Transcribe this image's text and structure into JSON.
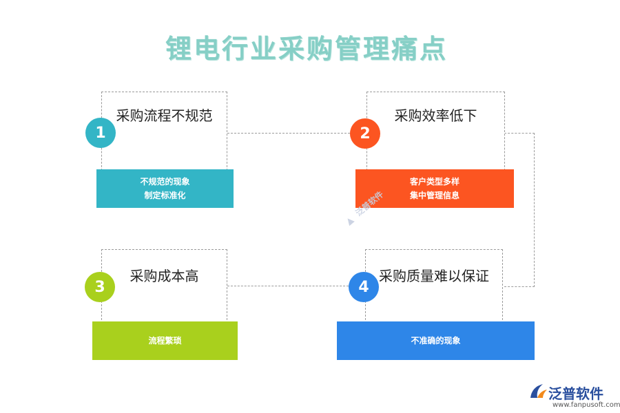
{
  "title": "锂电行业采购管理痛点",
  "items": [
    {
      "num": "1",
      "heading": "采购流程不规范",
      "lines": [
        "不规范的现象",
        "制定标准化"
      ],
      "color": "#33b5c6"
    },
    {
      "num": "2",
      "heading": "采购效率低下",
      "lines": [
        "客户类型多样",
        "集中管理信息"
      ],
      "color": "#fc5521"
    },
    {
      "num": "3",
      "heading": "采购成本高",
      "lines": [
        "流程繁琐"
      ],
      "color": "#a9d01d"
    },
    {
      "num": "4",
      "heading": "采购质量难以保证",
      "lines": [
        "不准确的现象"
      ],
      "color": "#2e86e8"
    }
  ],
  "watermark": {
    "text": "泛普软件",
    "icon": "fanpu-logo-icon"
  },
  "logo": {
    "text": "泛普软件",
    "url": "www.fanpusoft.com",
    "icon": "fanpu-logo-icon"
  }
}
